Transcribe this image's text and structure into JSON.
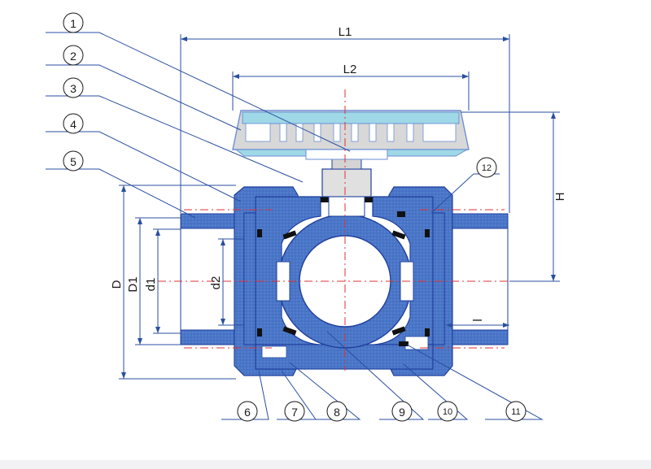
{
  "callouts": [
    "1",
    "2",
    "3",
    "4",
    "5",
    "6",
    "7",
    "8",
    "9",
    "10",
    "11",
    "12"
  ],
  "dimensions": {
    "L1": "L1",
    "L2": "L2",
    "H": "H",
    "D": "D",
    "D1": "D1",
    "d1": "d1",
    "d2": "d2",
    "l": "l"
  },
  "colors": {
    "body": "#4a76c8",
    "body_dark": "#2f5aa8",
    "handle": "#9fd8e6",
    "handle_frame": "#6b8fd6",
    "seal": "#111111",
    "stem_gray": "#d4d4d4",
    "outline": "#1f3f9e",
    "centerline": "#e03030",
    "leader": "#2a4fa0"
  }
}
